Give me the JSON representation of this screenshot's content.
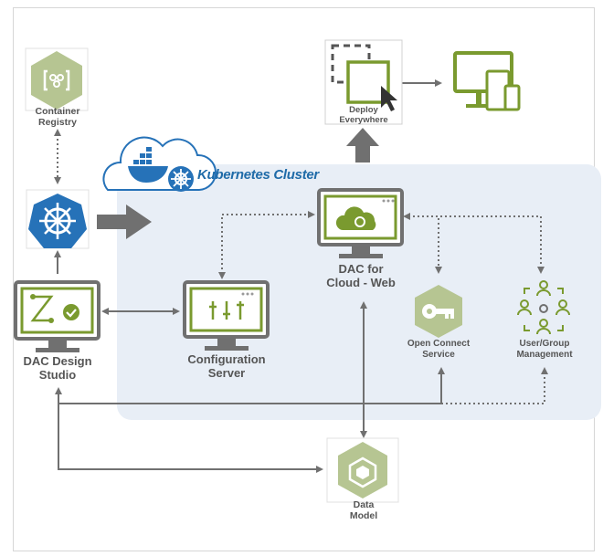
{
  "colors": {
    "green": "#7a9a2f",
    "gray": "#707070",
    "panel": "#e8eef6",
    "blue": "#2672b8",
    "hex_green": "#b6c592"
  },
  "labels": {
    "container_registry": [
      "Container",
      "Registry"
    ],
    "deploy_everywhere": [
      "Deploy",
      "Everywhere"
    ],
    "kubernetes_cluster": "Kubernetes Cluster",
    "dac_cloud_web": [
      "DAC for",
      "Cloud - Web"
    ],
    "dac_design_studio": [
      "DAC Design",
      "Studio"
    ],
    "configuration_server": [
      "Configuration",
      "Server"
    ],
    "open_connect": [
      "Open Connect",
      "Service"
    ],
    "user_group": [
      "User/Group",
      "Management"
    ],
    "data_model": [
      "Data",
      "Model"
    ]
  },
  "icons": [
    "container-registry-icon",
    "kubernetes-icon",
    "docker-icon",
    "cloud-icon",
    "deploy-icon",
    "devices-icon",
    "monitor-icon",
    "key-icon",
    "user-group-icon",
    "data-model-icon"
  ]
}
